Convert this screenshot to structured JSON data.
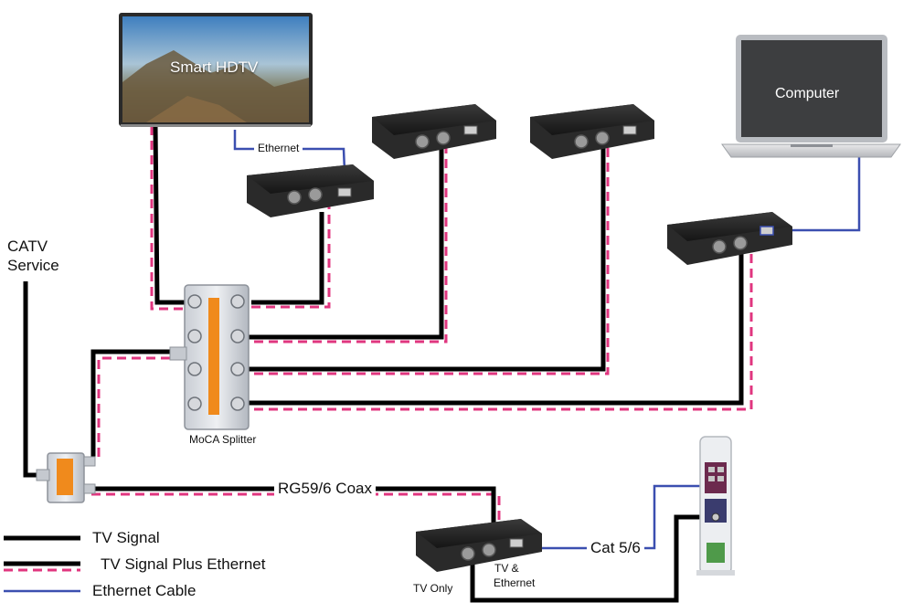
{
  "devices": {
    "tv_label": "Smart HDTV",
    "computer_label": "Computer",
    "splitter_label": "MoCA Splitter",
    "catv_line1": "CATV",
    "catv_line2": "Service"
  },
  "cables": {
    "ethernet_label": "Ethernet",
    "coax_label": "RG59/6 Coax",
    "cat_label": "Cat 5/6"
  },
  "ports": {
    "tv_only": "TV Only",
    "tv_ethernet_line1": "TV &",
    "tv_ethernet_line2": "Ethernet"
  },
  "legend": {
    "items": [
      {
        "label": "TV Signal",
        "style": "tv-signal"
      },
      {
        "label": "TV Signal Plus Ethernet",
        "style": "tv-plus-ethernet"
      },
      {
        "label": "Ethernet Cable",
        "style": "ethernet"
      }
    ]
  },
  "colors": {
    "coax": "#000000",
    "moca_dash": "#e0367f",
    "ethernet": "#3b4fb0",
    "splitter_orange": "#f08a1c",
    "device_body": "#1d1d1d"
  }
}
